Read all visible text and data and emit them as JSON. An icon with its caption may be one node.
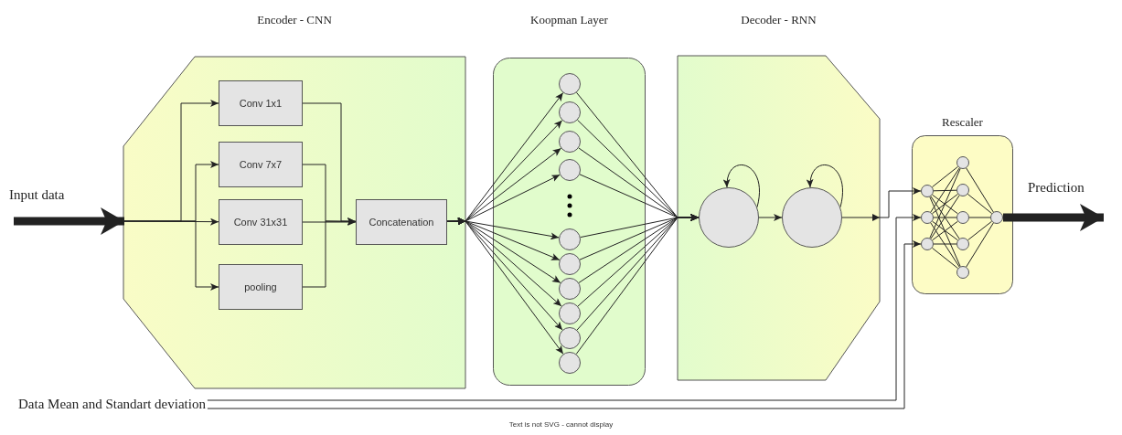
{
  "diagram": {
    "nodes": [
      {
        "text": [
          "Input data"
        ]
      },
      {
        "text": [
          "Encoder - CNN"
        ]
      },
      {
        "text": [
          "Conv 1x1"
        ],
        "in": 1
      },
      {
        "text": [
          "Conv 7x7"
        ],
        "in": 1
      },
      {
        "text": [
          "Conv 31x31"
        ],
        "in": 1
      },
      {
        "text": [
          "pooling"
        ],
        "in": 1
      },
      {
        "text": [
          "Concatenation"
        ],
        "in": 1
      },
      {
        "text": [
          "Koopman Layer"
        ]
      },
      {
        "text": [],
        "shape": "circle",
        "in": 7
      },
      {
        "text": [],
        "shape": "circle",
        "in": 7
      },
      {
        "text": [],
        "shape": "circle",
        "in": 7
      },
      {
        "text": [],
        "shape": "circle",
        "in": 7
      },
      {
        "text": [],
        "shape": "circle",
        "in": 7
      },
      {
        "text": [],
        "shape": "circle",
        "in": 7
      },
      {
        "text": [],
        "shape": "circle",
        "in": 7
      },
      {
        "text": [],
        "shape": "circle",
        "in": 7
      },
      {
        "text": [],
        "shape": "circle",
        "in": 7
      },
      {
        "text": [],
        "shape": "circle",
        "in": 7
      },
      {
        "text": [
          "Decoder - RNN"
        ]
      },
      {
        "text": [],
        "shape": "circle",
        "in": 18
      },
      {
        "text": [],
        "shape": "circle",
        "in": 18
      },
      {
        "text": [
          "Rescaler"
        ]
      },
      {
        "text": [],
        "shape": "circle",
        "in": 21
      },
      {
        "text": [],
        "shape": "circle",
        "in": 21
      },
      {
        "text": [],
        "shape": "circle",
        "in": 21
      },
      {
        "text": [],
        "shape": "circle",
        "in": 21
      },
      {
        "text": [],
        "shape": "circle",
        "in": 21
      },
      {
        "text": [],
        "shape": "circle",
        "in": 21
      },
      {
        "text": [],
        "shape": "circle",
        "in": 21
      },
      {
        "text": [],
        "shape": "circle",
        "in": 21
      },
      {
        "text": [],
        "shape": "circle",
        "in": 21
      },
      {
        "text": [
          "Prediction"
        ]
      },
      {
        "text": [
          "Data Mean and Standart deviation"
        ]
      }
    ],
    "edges": [
      {
        "from": 0,
        "to": 1,
        "arrow": "to",
        "style": "thick"
      },
      {
        "from": null,
        "to": 2,
        "arrow": "to"
      },
      {
        "from": null,
        "to": 3,
        "arrow": "to"
      },
      {
        "from": null,
        "to": 4,
        "arrow": "to"
      },
      {
        "from": null,
        "to": 5,
        "arrow": "to"
      },
      {
        "from": 2,
        "to": 6,
        "arrow": "to"
      },
      {
        "from": 3,
        "to": 6,
        "arrow": "to"
      },
      {
        "from": 4,
        "to": 6,
        "arrow": "to"
      },
      {
        "from": 5,
        "to": 6,
        "arrow": "to"
      },
      {
        "from": 6,
        "to": 8,
        "arrow": "to"
      },
      {
        "from": 6,
        "to": 9,
        "arrow": "to"
      },
      {
        "from": 6,
        "to": 10,
        "arrow": "to"
      },
      {
        "from": 6,
        "to": 11,
        "arrow": "to"
      },
      {
        "from": 6,
        "to": 12,
        "arrow": "to"
      },
      {
        "from": 6,
        "to": 13,
        "arrow": "to"
      },
      {
        "from": 6,
        "to": 14,
        "arrow": "to"
      },
      {
        "from": 6,
        "to": 15,
        "arrow": "to"
      },
      {
        "from": 6,
        "to": 16,
        "arrow": "to"
      },
      {
        "from": 6,
        "to": 17,
        "arrow": "to"
      },
      {
        "from": 8,
        "to": 19,
        "arrow": "to"
      },
      {
        "from": 9,
        "to": 19,
        "arrow": "to"
      },
      {
        "from": 10,
        "to": 19,
        "arrow": "to"
      },
      {
        "from": 11,
        "to": 19,
        "arrow": "to"
      },
      {
        "from": 12,
        "to": 19,
        "arrow": "to"
      },
      {
        "from": 13,
        "to": 19,
        "arrow": "to"
      },
      {
        "from": 14,
        "to": 19,
        "arrow": "to"
      },
      {
        "from": 15,
        "to": 19,
        "arrow": "to"
      },
      {
        "from": 16,
        "to": 19,
        "arrow": "to"
      },
      {
        "from": 17,
        "to": 19,
        "arrow": "to"
      },
      {
        "from": 19,
        "to": 19,
        "arrow": "to"
      },
      {
        "from": 20,
        "to": 20,
        "arrow": "to"
      },
      {
        "from": 19,
        "to": 20,
        "arrow": "to"
      },
      {
        "from": 20,
        "to": 22,
        "arrow": "to"
      },
      {
        "from": 32,
        "to": 23,
        "arrow": "to"
      },
      {
        "from": 32,
        "to": 24,
        "arrow": "to"
      },
      {
        "from": 22,
        "to": 25,
        "arrow": "none"
      },
      {
        "from": 22,
        "to": 26,
        "arrow": "none"
      },
      {
        "from": 22,
        "to": 27,
        "arrow": "none"
      },
      {
        "from": 22,
        "to": 28,
        "arrow": "none"
      },
      {
        "from": 22,
        "to": 29,
        "arrow": "none"
      },
      {
        "from": 23,
        "to": 25,
        "arrow": "none"
      },
      {
        "from": 23,
        "to": 26,
        "arrow": "none"
      },
      {
        "from": 23,
        "to": 27,
        "arrow": "none"
      },
      {
        "from": 23,
        "to": 28,
        "arrow": "none"
      },
      {
        "from": 23,
        "to": 29,
        "arrow": "none"
      },
      {
        "from": 24,
        "to": 25,
        "arrow": "none"
      },
      {
        "from": 24,
        "to": 26,
        "arrow": "none"
      },
      {
        "from": 24,
        "to": 27,
        "arrow": "none"
      },
      {
        "from": 24,
        "to": 28,
        "arrow": "none"
      },
      {
        "from": 24,
        "to": 29,
        "arrow": "none"
      },
      {
        "from": 25,
        "to": 30,
        "arrow": "none"
      },
      {
        "from": 26,
        "to": 30,
        "arrow": "none"
      },
      {
        "from": 27,
        "to": 30,
        "arrow": "none"
      },
      {
        "from": 28,
        "to": 30,
        "arrow": "none"
      },
      {
        "from": 29,
        "to": 30,
        "arrow": "none"
      },
      {
        "from": 30,
        "to": 31,
        "arrow": "to",
        "style": "thick"
      }
    ],
    "labels": [
      "Text is not SVG - cannot display"
    ]
  }
}
